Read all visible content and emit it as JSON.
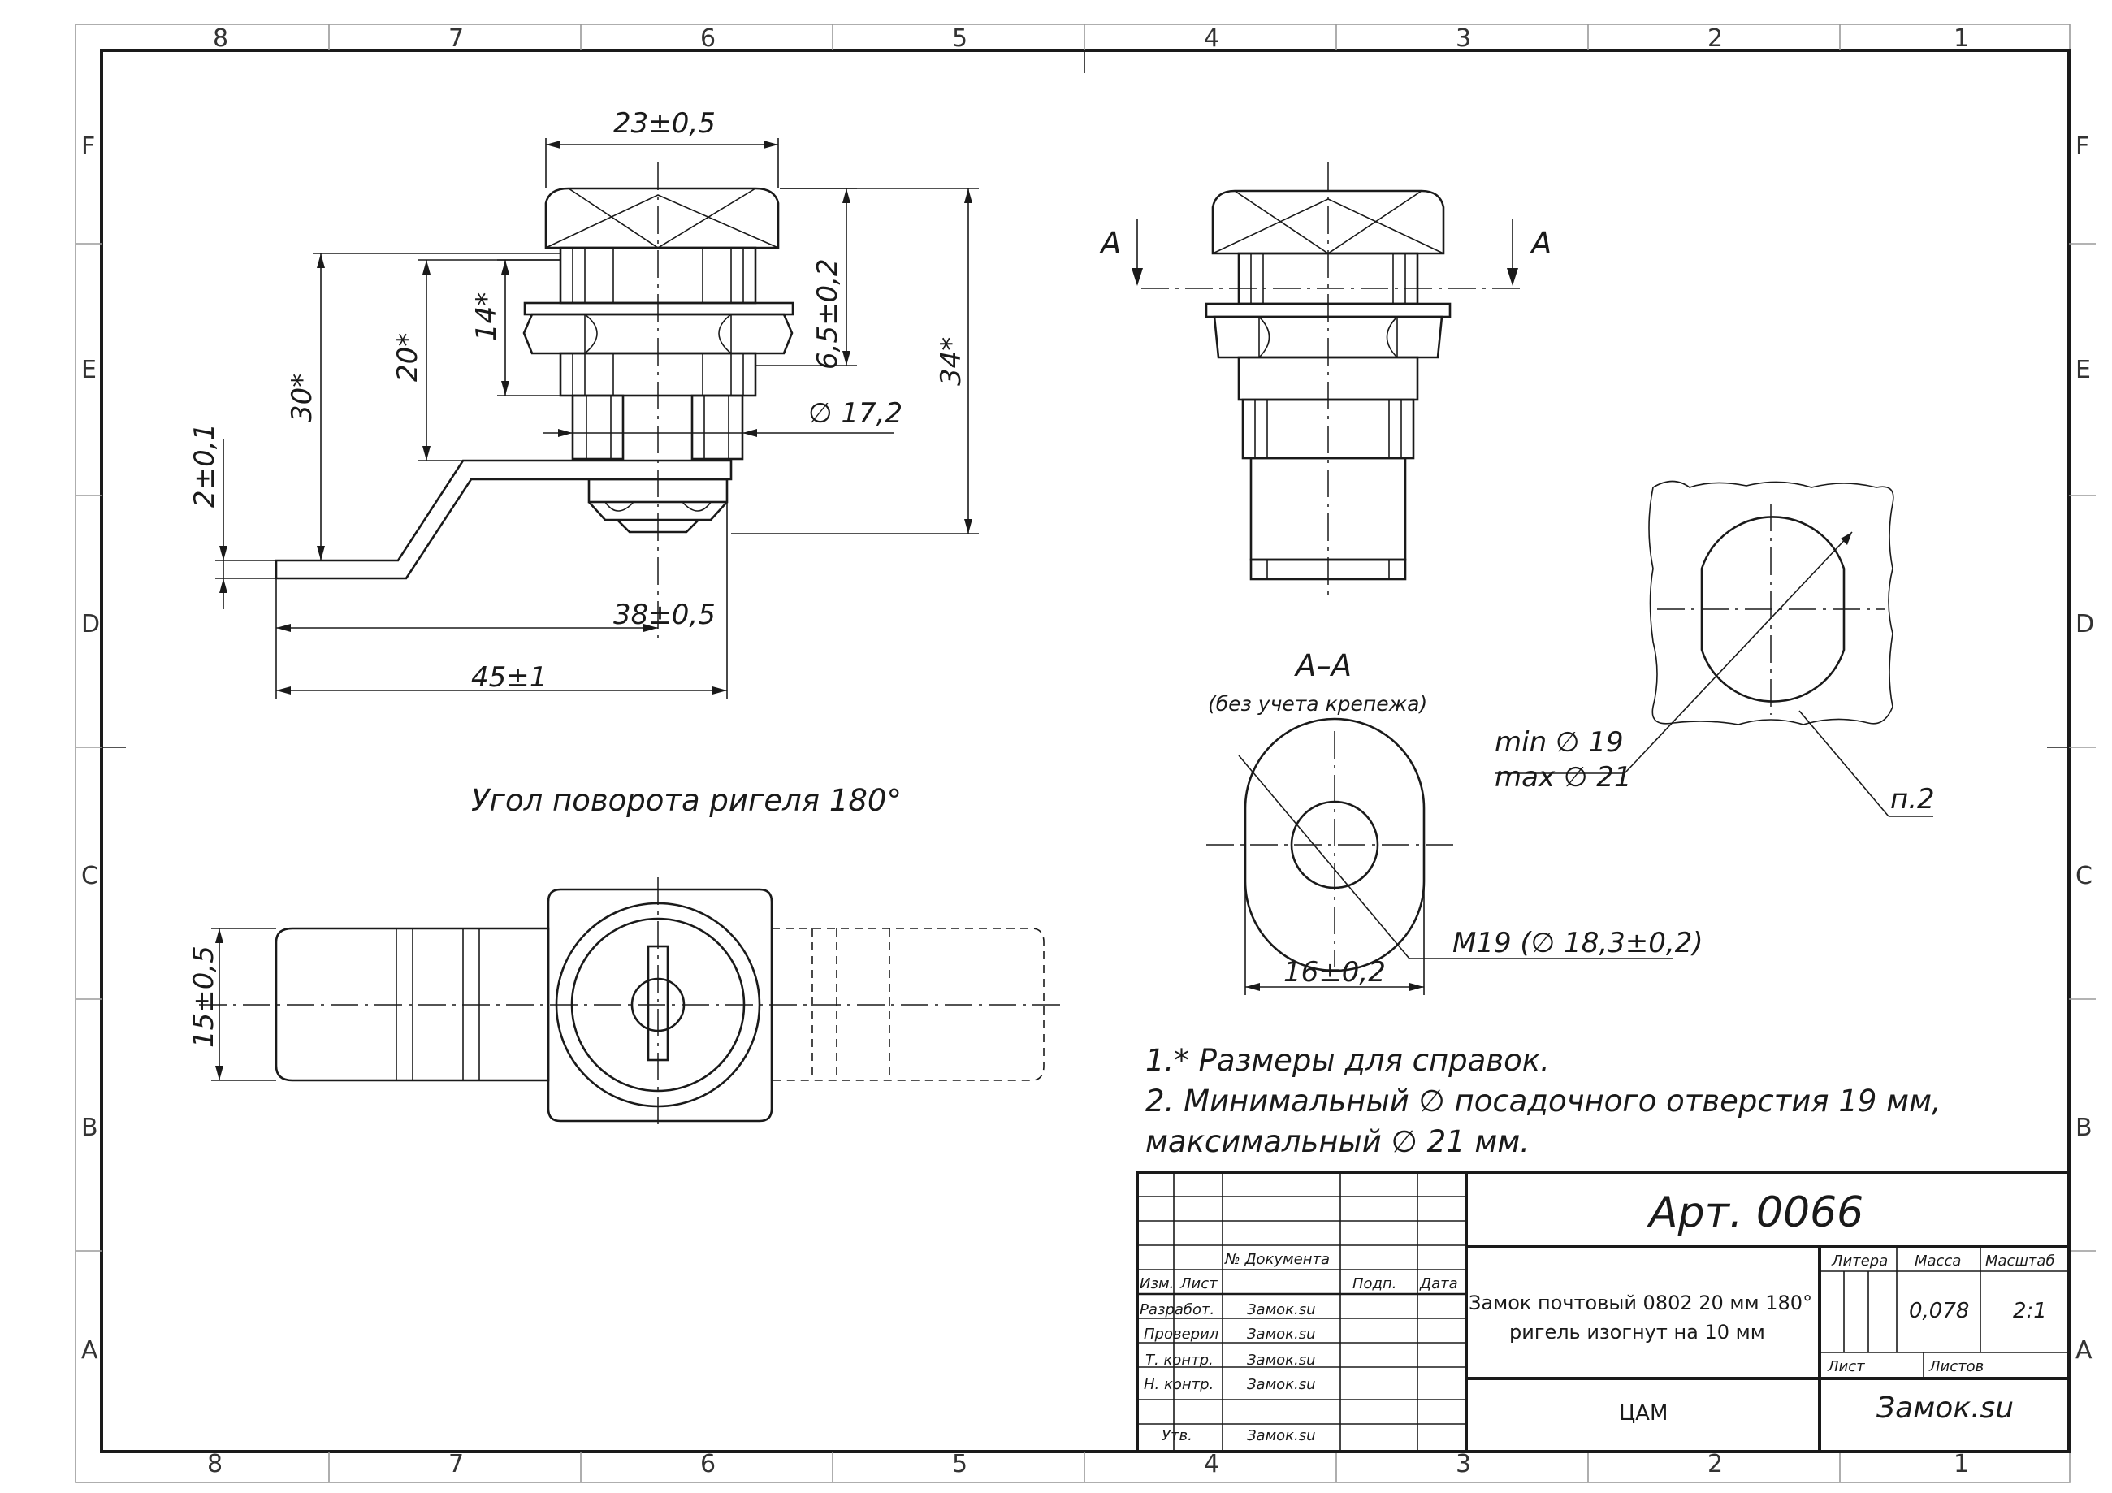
{
  "frame": {
    "zones_top": [
      "8",
      "7",
      "6",
      "5",
      "4",
      "3",
      "2",
      "1"
    ],
    "zones_side": [
      "F",
      "E",
      "D",
      "C",
      "B",
      "A"
    ]
  },
  "dimensions": {
    "top_width": "23±0,5",
    "d_172": "∅ 17,2",
    "h_65": "6,5±0,2",
    "h_34": "34*",
    "h_14": "14*",
    "h_20": "20*",
    "h_30": "30*",
    "h_2": "2±0,1",
    "w_38": "38±0,5",
    "w_45": "45±1",
    "w_15": "15±0,5",
    "w_16": "16±0,2",
    "thread": "M19  (∅ 18,3±0,2)",
    "min_d": "min  ∅ 19",
    "max_d": "max ∅ 21",
    "ref_p2": "п.2"
  },
  "labels": {
    "rotation": "Угол поворота ригеля 180°",
    "section_mark": "А",
    "section_title": "А–А",
    "section_sub": "(без учета крепежа)"
  },
  "notes": [
    "1.* Размеры для справок.",
    "2. Минимальный ∅ посадочного отверстия 19 мм,",
    "максимальный ∅  21 мм."
  ],
  "title_block": {
    "article": "Арт. 0066",
    "name_line1": "Замок почтовый 0802 20 мм 180°",
    "name_line2": "ригель изогнут на 10 мм",
    "org_left": "ЦАМ",
    "org_right": "Замок.su",
    "doc_no_header": "№ Документа",
    "izm": "Изм.",
    "list": "Лист",
    "podp": "Подп.",
    "data": "Дата",
    "razrabot": "Разработ.",
    "proveril": "Проверил",
    "tkontr": "Т. контр.",
    "nkontr": "Н. контр.",
    "utv": "Утв.",
    "signer": "Замок.su",
    "litera": "Литера",
    "massa": "Масса",
    "masshtab": "Масштаб",
    "mass_value": "0,078",
    "scale_value": "2:1",
    "sheet": "Лист",
    "sheets": "Листов"
  }
}
